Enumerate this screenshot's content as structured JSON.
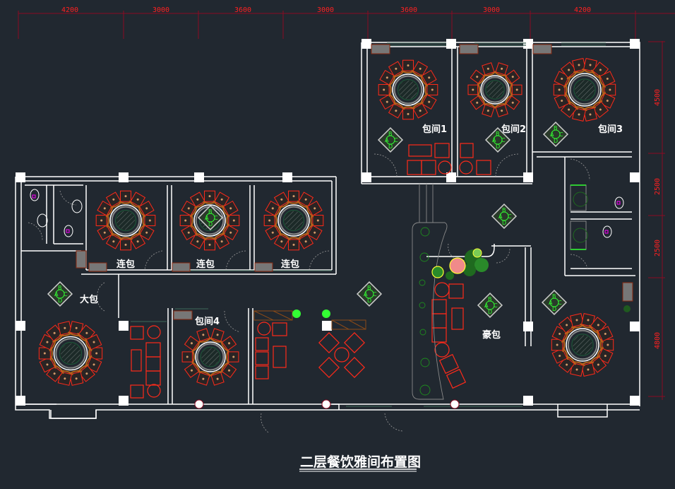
{
  "drawing": {
    "title": "二层餐饮雅间布置图",
    "background_color": "#212830",
    "colors": {
      "dimension": "#ff2020",
      "dimension_line": "#8a0a22",
      "wall": "#ffffff",
      "chair": "#b5621a",
      "chair_outline": "#ff2a1a",
      "plant_marker": "#33ff33",
      "window": "#3b5d52",
      "table_top": "#1c2a28"
    }
  },
  "dimensions": {
    "top": [
      "4200",
      "3000",
      "3600",
      "3000",
      "3600",
      "3000",
      "4200"
    ],
    "right": [
      "4500",
      "2500",
      "2500",
      "4800"
    ]
  },
  "rooms": {
    "baojian1": "包间1",
    "baojian2": "包间2",
    "baojian3": "包间3",
    "lianbao1": "连包",
    "lianbao2": "连包",
    "lianbao3": "连包",
    "dabao": "大包",
    "baojian4": "包间4",
    "haobao": "豪包"
  },
  "plant_symbol": {
    "letters": [
      "A",
      "B",
      "C",
      "D"
    ]
  }
}
